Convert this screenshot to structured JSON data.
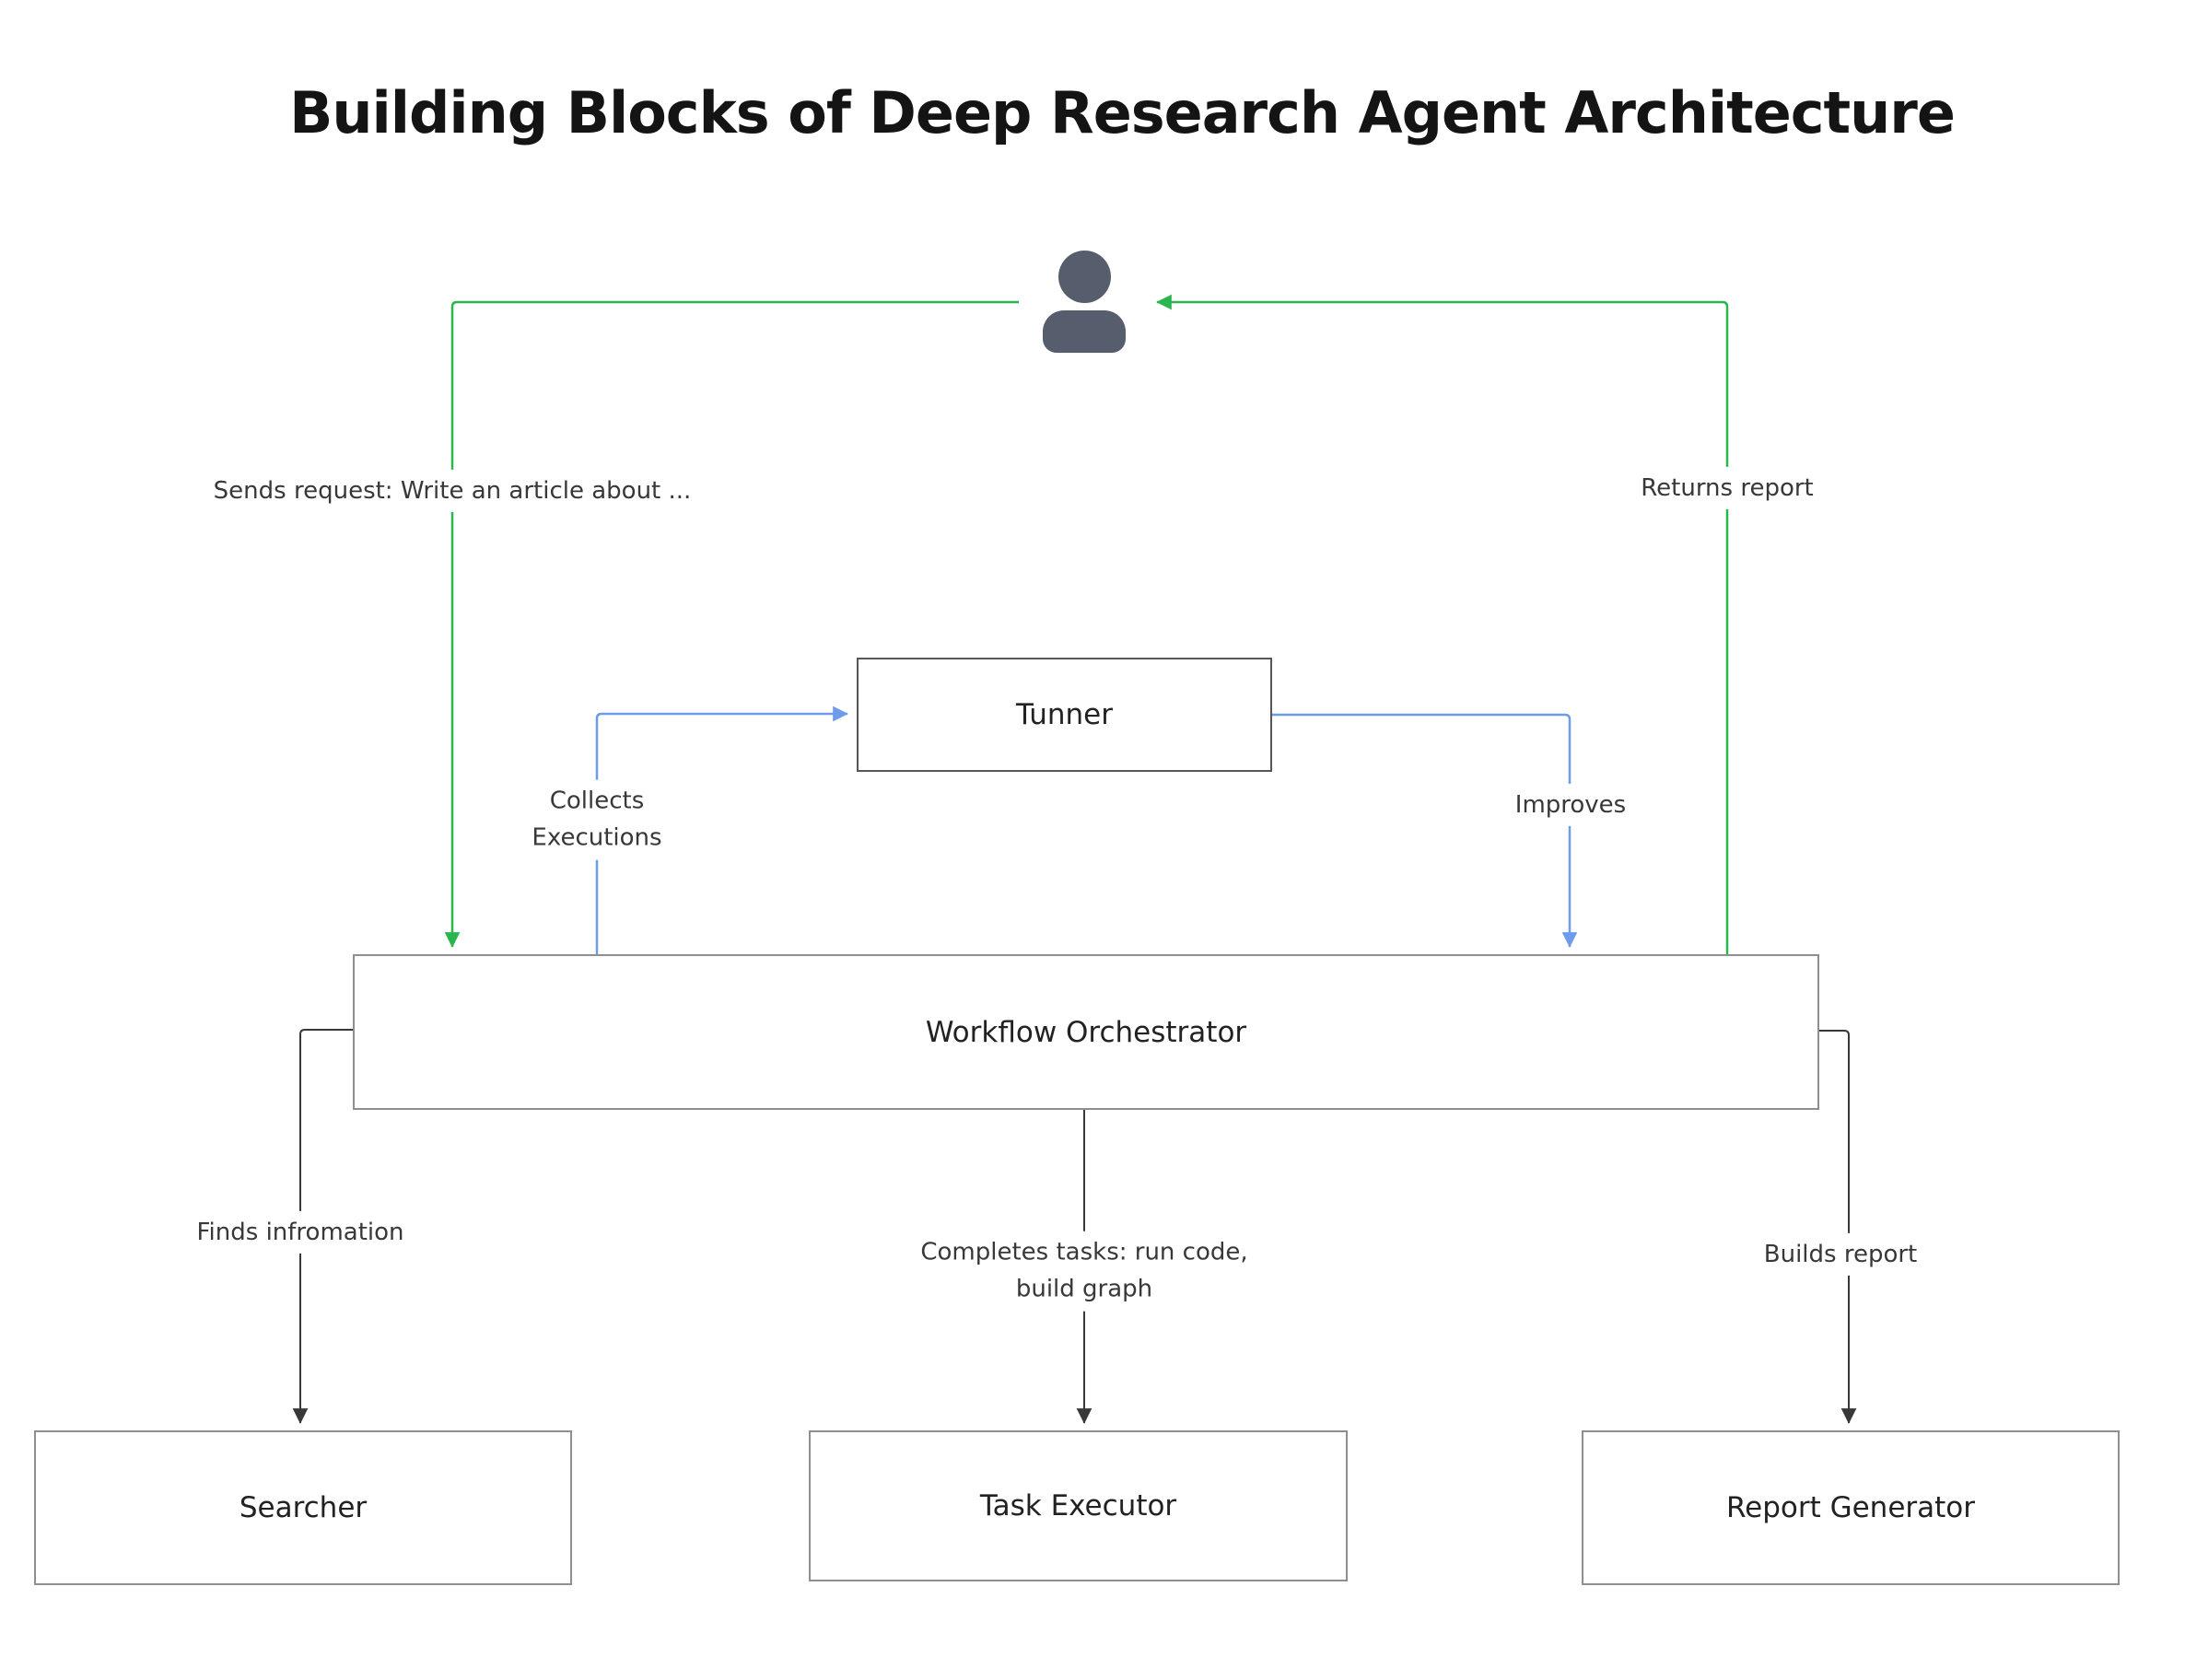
{
  "title": "Building Blocks of Deep Research Agent Architecture",
  "nodes": {
    "user": {
      "label": "",
      "icon": "user-silhouette-icon"
    },
    "tunner": {
      "label": "Tunner"
    },
    "orchestrator": {
      "label": "Workflow Orchestrator"
    },
    "searcher": {
      "label": "Searcher"
    },
    "task_executor": {
      "label": "Task Executor"
    },
    "report_generator": {
      "label": "Report Generator"
    }
  },
  "edges": {
    "sends_request": {
      "label": "Sends request: Write an article about ...",
      "from": "user",
      "to": "orchestrator",
      "color": "#2ab54f"
    },
    "returns_report": {
      "label": "Returns report",
      "from": "orchestrator",
      "to": "user",
      "color": "#2ab54f"
    },
    "collects_executions": {
      "label": "Collects\nExecutions",
      "from": "orchestrator",
      "to": "tunner",
      "color": "#6d9ceb"
    },
    "improves": {
      "label": "Improves",
      "from": "tunner",
      "to": "orchestrator",
      "color": "#6d9ceb"
    },
    "finds_information": {
      "label": "Finds infromation",
      "from": "orchestrator",
      "to": "searcher",
      "color": "#383838"
    },
    "completes_tasks": {
      "label": "Completes tasks: run code,\nbuild graph",
      "from": "orchestrator",
      "to": "task_executor",
      "color": "#383838"
    },
    "builds_report": {
      "label": "Builds report",
      "from": "orchestrator",
      "to": "report_generator",
      "color": "#383838"
    }
  },
  "colors": {
    "request_flow_green": "#2ab54f",
    "tuning_flow_blue": "#6d9ceb",
    "task_flow_dark": "#383838",
    "node_border_gray": "#8f8f8f",
    "tunner_border": "#565656",
    "user_icon_fill": "#565d6d",
    "title_text": "#141414",
    "label_text": "#383838"
  }
}
